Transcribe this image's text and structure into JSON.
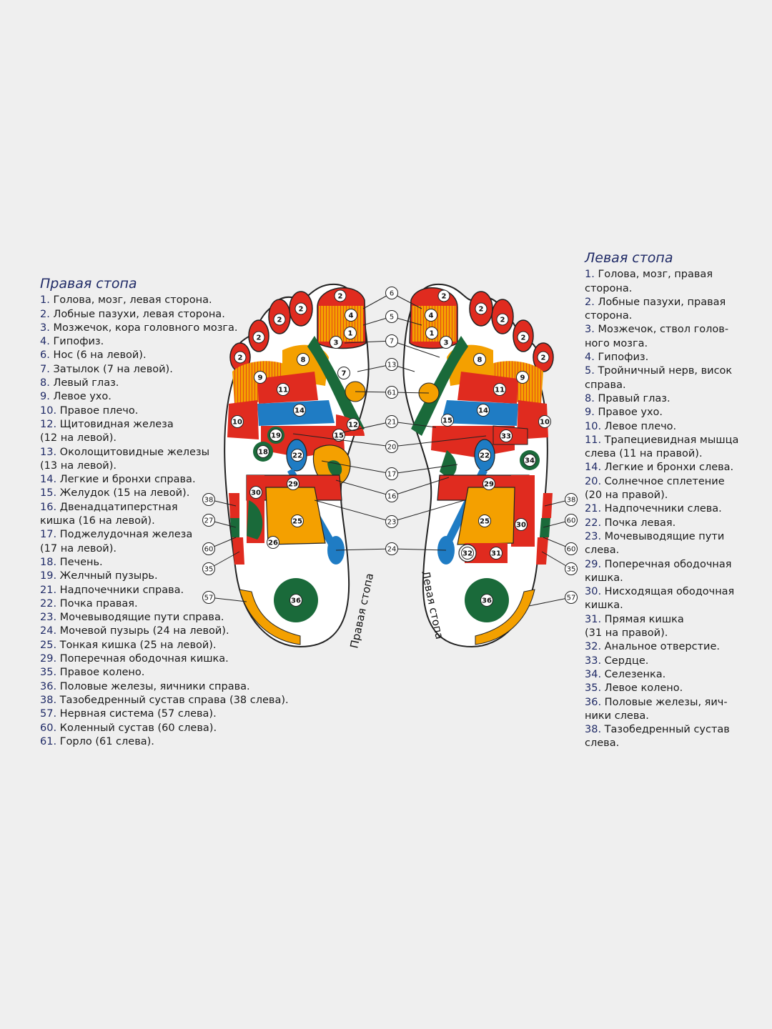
{
  "colors": {
    "red": "#e02b1f",
    "orange": "#f4a000",
    "blue": "#1f7cc4",
    "green": "#1a6a3a",
    "yellow": "#f5b400",
    "title": "#1f2a66",
    "line": "#222222"
  },
  "right_legend": {
    "title": "Правая стопа",
    "items": [
      {
        "num": "1.",
        "text": "Голова, мозг, левая сторона."
      },
      {
        "num": "2.",
        "text": "Лобные пазухи, левая сторона."
      },
      {
        "num": "3.",
        "text": "Мозжечок, кора головного мозга."
      },
      {
        "num": "4.",
        "text": "Гипофиз."
      },
      {
        "num": "6.",
        "text": "Нос (6 на левой)."
      },
      {
        "num": "7.",
        "text": "Затылок (7 на левой)."
      },
      {
        "num": "8.",
        "text": "Левый глаз."
      },
      {
        "num": "9.",
        "text": "Левое ухо."
      },
      {
        "num": "10.",
        "text": "Правое плечо."
      },
      {
        "num": "12.",
        "text": "Щитовидная железа\n(12 на левой)."
      },
      {
        "num": "13.",
        "text": "Околощитовидные железы\n(13 на левой)."
      },
      {
        "num": "14.",
        "text": "Легкие и бронхи справа."
      },
      {
        "num": "15.",
        "text": "Желудок (15 на левой)."
      },
      {
        "num": "16.",
        "text": "Двенадцатиперстная\nкишка (16 на левой)."
      },
      {
        "num": "17.",
        "text": "Поджелудочная железа\n(17 на левой)."
      },
      {
        "num": "18.",
        "text": "Печень."
      },
      {
        "num": "19.",
        "text": "Желчный пузырь."
      },
      {
        "num": "21.",
        "text": "Надпочечники справа."
      },
      {
        "num": "22.",
        "text": "Почка правая."
      },
      {
        "num": "23.",
        "text": "Мочевыводящие пути справа."
      },
      {
        "num": "24.",
        "text": "Мочевой пузырь (24 на левой)."
      },
      {
        "num": "25.",
        "text": "Тонкая кишка (25 на левой)."
      },
      {
        "num": "29.",
        "text": "Поперечная ободочная кишка."
      },
      {
        "num": "35.",
        "text": "Правое колено."
      },
      {
        "num": "36.",
        "text": "Половые железы, яичники справа."
      },
      {
        "num": "38.",
        "text": "Тазобедренный сустав справа (38 слева)."
      },
      {
        "num": "57.",
        "text": "Нервная система (57 слева)."
      },
      {
        "num": "60.",
        "text": "Коленный сустав (60 слева)."
      },
      {
        "num": "61.",
        "text": "Горло (61 слева)."
      }
    ]
  },
  "left_legend": {
    "title": "Левая стопа",
    "items": [
      {
        "num": "1.",
        "text": "Голова, мозг, правая\nсторона."
      },
      {
        "num": "2.",
        "text": "Лобные пазухи, правая\nсторона."
      },
      {
        "num": "3.",
        "text": "Мозжечок, ствол голов-\nного мозга."
      },
      {
        "num": "4.",
        "text": "Гипофиз."
      },
      {
        "num": "5.",
        "text": "Тройничный нерв, висок\nсправа."
      },
      {
        "num": "8.",
        "text": "Правый глаз."
      },
      {
        "num": "9.",
        "text": "Правое ухо."
      },
      {
        "num": "10.",
        "text": "Левое плечо."
      },
      {
        "num": "11.",
        "text": "Трапециевидная мышца\nслева (11 на правой)."
      },
      {
        "num": "14.",
        "text": "Легкие и бронхи слева."
      },
      {
        "num": "20.",
        "text": "Солнечное сплетение\n(20 на правой)."
      },
      {
        "num": "21.",
        "text": "Надпочечники слева."
      },
      {
        "num": "22.",
        "text": "Почка левая."
      },
      {
        "num": "23.",
        "text": "Мочевыводящие пути\nслева."
      },
      {
        "num": "29.",
        "text": "Поперечная ободочная\nкишка."
      },
      {
        "num": "30.",
        "text": "Нисходящая ободочная\nкишка."
      },
      {
        "num": "31.",
        "text": "Прямая кишка\n(31 на правой)."
      },
      {
        "num": "32.",
        "text": "Анальное отверстие."
      },
      {
        "num": "33.",
        "text": "Сердце."
      },
      {
        "num": "34.",
        "text": "Селезенка."
      },
      {
        "num": "35.",
        "text": "Левое колено."
      },
      {
        "num": "36.",
        "text": "Половые железы, яич-\nники слева."
      },
      {
        "num": "38.",
        "text": "Тазобедренный сустав\nслева."
      }
    ]
  },
  "foot_captions": {
    "right": "Правая стопа",
    "left": "Левая стопа"
  },
  "center_callouts": [
    "6",
    "5",
    "7",
    "13",
    "61",
    "21",
    "20",
    "17",
    "16",
    "23",
    "24"
  ],
  "outer_callouts": [
    "38",
    "27",
    "60",
    "35",
    "57"
  ],
  "zone_labels": {
    "toes": [
      "2",
      "2",
      "2",
      "2",
      "2"
    ],
    "r1": "1",
    "r3": "3",
    "r4": "4",
    "r7": "7",
    "r8": "8",
    "r9": "9",
    "r10": "10",
    "r11": "11",
    "r12": "12",
    "r14": "14",
    "r15": "15",
    "r18": "18",
    "r19": "19",
    "r22": "22",
    "r25": "25",
    "r26": "26",
    "r29": "29",
    "r30": "30",
    "r36": "36",
    "l1": "1",
    "l3": "3",
    "l4": "4",
    "l8": "8",
    "l9": "9",
    "l10": "10",
    "l11": "11",
    "l14": "14",
    "l15": "15",
    "l22": "22",
    "l25": "25",
    "l29": "29",
    "l30": "30",
    "l31": "31",
    "l32": "32",
    "l33": "33",
    "l34": "34",
    "l36": "36"
  }
}
